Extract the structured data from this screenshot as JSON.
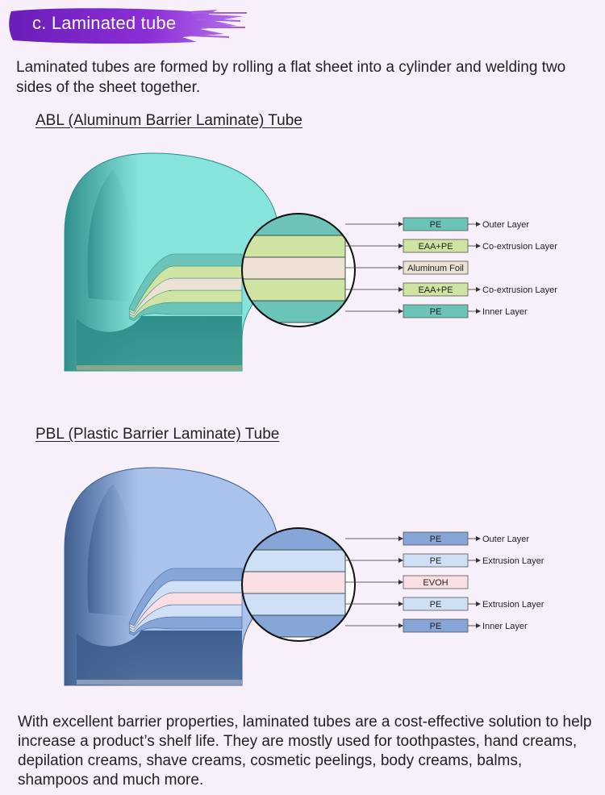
{
  "section": {
    "title": "c. Laminated tube"
  },
  "intro": "Laminated tubes are formed by rolling a flat sheet into a cylinder and welding two sides of the sheet together.",
  "abl": {
    "title": "ABL (Aluminum Barrier Laminate) Tube",
    "colors": {
      "tube_light": "#86e4dc",
      "tube_dark": "#2f8f8a",
      "edge": "#8aa887"
    },
    "layers": [
      {
        "tag": "PE",
        "desc": "Outer Layer",
        "color": "#6cc4b9"
      },
      {
        "tag": "EAA+PE",
        "desc": "Co-extrusion Layer",
        "color": "#cfe3a3"
      },
      {
        "tag": "Aluminum Foil",
        "desc": "",
        "color": "#ece1d2"
      },
      {
        "tag": "EAA+PE",
        "desc": "Co-extrusion Layer",
        "color": "#cfe3a3"
      },
      {
        "tag": "PE",
        "desc": "Inner Layer",
        "color": "#6cc4b9"
      }
    ]
  },
  "pbl": {
    "title": "PBL (Plastic Barrier Laminate) Tube",
    "colors": {
      "tube_light": "#a9c3ec",
      "tube_dark": "#3f5f90",
      "edge": "#8a9cb8"
    },
    "layers": [
      {
        "tag": "PE",
        "desc": "Outer Layer",
        "color": "#86a6d8"
      },
      {
        "tag": "PE",
        "desc": "Extrusion Layer",
        "color": "#cfe0f6"
      },
      {
        "tag": "EVOH",
        "desc": "",
        "color": "#f9dfe4"
      },
      {
        "tag": "PE",
        "desc": "Extrusion Layer",
        "color": "#cfe0f6"
      },
      {
        "tag": "PE",
        "desc": "Inner Layer",
        "color": "#86a6d8"
      }
    ]
  },
  "outro": "With excellent barrier properties, laminated tubes are a cost-effective solution to help increase a product’s shelf life. They are mostly used for toothpastes, hand creams, depilation creams, shave creams, cosmetic peelings, body creams, balms, shampoos and much more."
}
